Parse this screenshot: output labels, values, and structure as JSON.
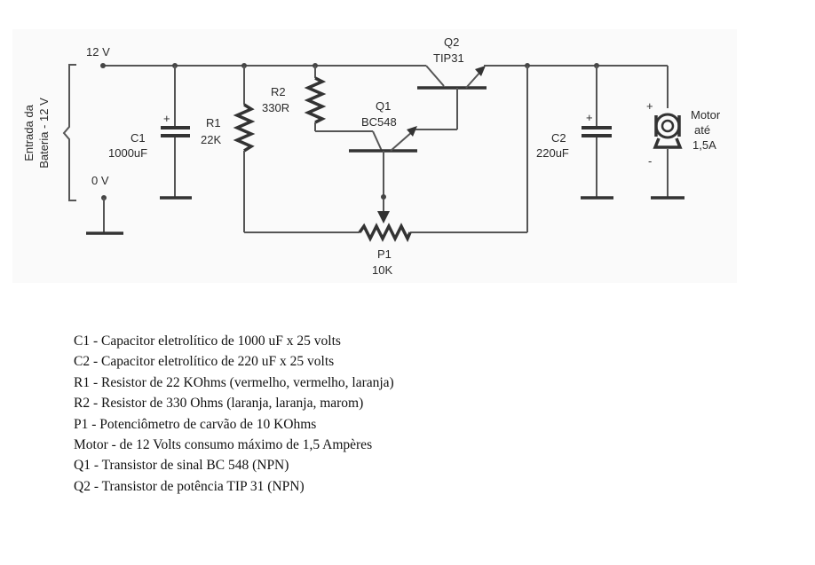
{
  "schematic": {
    "supply_label": "12 V",
    "ground_label": "0 V",
    "input_label_line1": "Entrada da",
    "input_label_line2": "Bateria - 12 V",
    "components": {
      "c1": {
        "ref": "C1",
        "value": "1000uF",
        "polarity": "+"
      },
      "r1": {
        "ref": "R1",
        "value": "22K"
      },
      "r2": {
        "ref": "R2",
        "value": "330R"
      },
      "q1": {
        "ref": "Q1",
        "value": "BC548"
      },
      "q2": {
        "ref": "Q2",
        "value": "TIP31"
      },
      "c2": {
        "ref": "C2",
        "value": "220uF",
        "polarity": "+"
      },
      "p1": {
        "ref": "P1",
        "value": "10K"
      },
      "motor": {
        "line1": "Motor",
        "line2": "até",
        "line3": "1,5A",
        "plus": "+",
        "minus": "-"
      }
    }
  },
  "legend": {
    "items": [
      "C1 - Capacitor eletrolítico de 1000 uF x 25 volts",
      "C2 - Capacitor eletrolítico de 220 uF x 25 volts",
      "R1 - Resistor de 22 KOhms (vermelho, vermelho, laranja)",
      "R2 - Resistor de 330 Ohms (laranja, laranja, marom)",
      "P1 - Potenciômetro de carvão de 10 KOhms",
      "Motor - de 12 Volts consumo máximo de 1,5 Ampères",
      "Q1 - Transistor de sinal BC 548 (NPN)",
      "Q2 - Transistor de potência TIP 31 (NPN)"
    ]
  }
}
